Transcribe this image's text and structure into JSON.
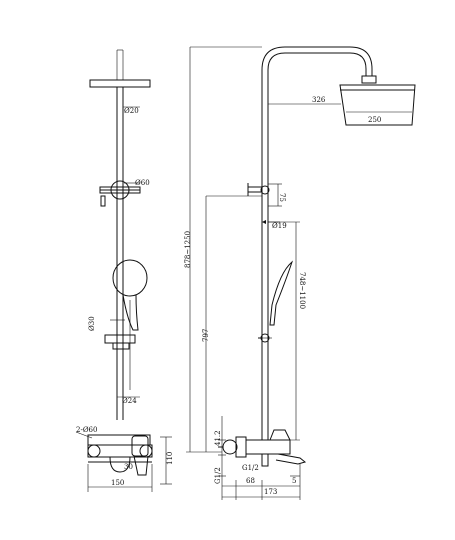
{
  "front_view": {
    "dims": {
      "pipe_top_dia": "Ø20",
      "diverter_dia": "Ø60",
      "slide_dia": "Ø30",
      "rail_dia": "Ø24",
      "inlet_dia": "2-Ø60",
      "valve_offset": "30",
      "width": "150",
      "height": "110"
    }
  },
  "side_view": {
    "dims": {
      "arm_reach": "326",
      "head_size": "250",
      "diverter_height": "75",
      "pipe_dia": "Ø19",
      "total_height_range": "878~1250",
      "rail_range": "748~1100",
      "mid_height": "797",
      "inlet_height_1": "41.2",
      "inlet_thread": "G1/2",
      "outlet_thread": "G1/2",
      "spout_depth": "68",
      "total_depth": "173",
      "spout_drop": "5"
    }
  }
}
